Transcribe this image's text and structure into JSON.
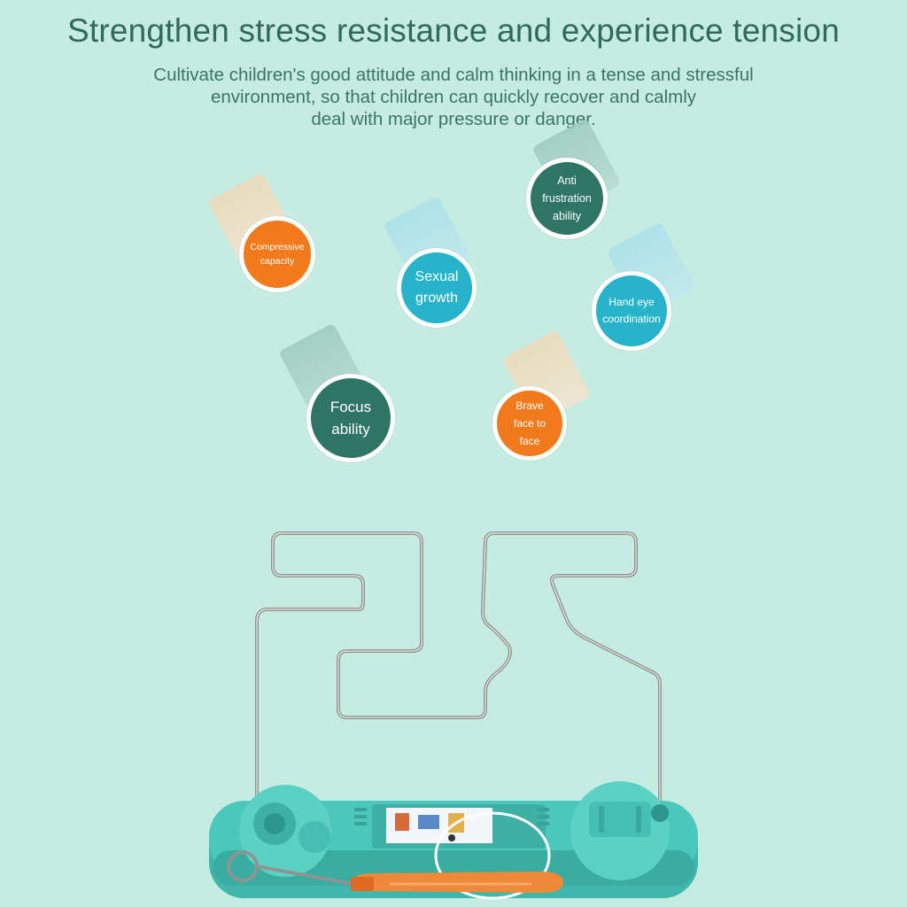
{
  "headline": "Strengthen stress resistance and experience tension",
  "subtext": {
    "line1": "Cultivate children's good attitude and calm thinking in a tense and stressful",
    "line2": "environment, so that children can quickly recover and calmly",
    "line3": "deal with major pressure or danger."
  },
  "bubbles": {
    "compressive": {
      "line1": "Compressive",
      "line2": "capacity",
      "color": "#f07a1c"
    },
    "sexual": {
      "line1": "Sexual",
      "line2": "growth",
      "color": "#27b3c9"
    },
    "anti": {
      "line1": "Anti",
      "line2": "frustration",
      "line3": "ability",
      "color": "#2e7566"
    },
    "handeye": {
      "line1": "Hand eye",
      "line2": "coordination",
      "color": "#27b3c9"
    },
    "focus": {
      "line1": "Focus",
      "line2": "ability",
      "color": "#2e7566"
    },
    "brave": {
      "line1": "Brave",
      "line2": "face to",
      "line3": "face",
      "color": "#f07a1c"
    }
  },
  "product": {
    "base_color": "#4cc7bb",
    "wire_color": "#8f9493",
    "handle_color": "#f0883a"
  }
}
